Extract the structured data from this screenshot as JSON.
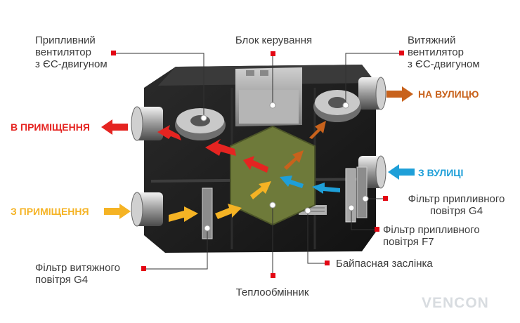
{
  "labels": {
    "supply_fan": "Припливний\nвентилятор\nз ЄС-двигуном",
    "control_unit": "Блок керування",
    "exhaust_fan": "Витяжний\nвентилятор\nз ЄС-двигуном",
    "supply_filter_g4": "Фільтр припливного\nповітря G4",
    "supply_filter_f7": "Фільтр припливного\nповітря F7",
    "bypass_damper": "Байпасная заслінка",
    "heat_exchanger": "Теплообмінник",
    "exhaust_filter_g4": "Фільтр витяжного\nповітря G4"
  },
  "directions": {
    "to_room": "В ПРИМІЩЕННЯ",
    "from_room": "З ПРИМІЩЕННЯ",
    "to_street": "НА ВУЛИЦЮ",
    "from_street": "З ВУЛИЦІ"
  },
  "logo": "VENCON",
  "colors": {
    "supply_warm": "#e52421",
    "supply_from_room": "#f5b324",
    "to_street": "#c8621c",
    "from_street": "#1e9fd8",
    "marker": "#e30613",
    "heat_exchanger": "#6e7a3a",
    "logo": "#d8dce0"
  }
}
